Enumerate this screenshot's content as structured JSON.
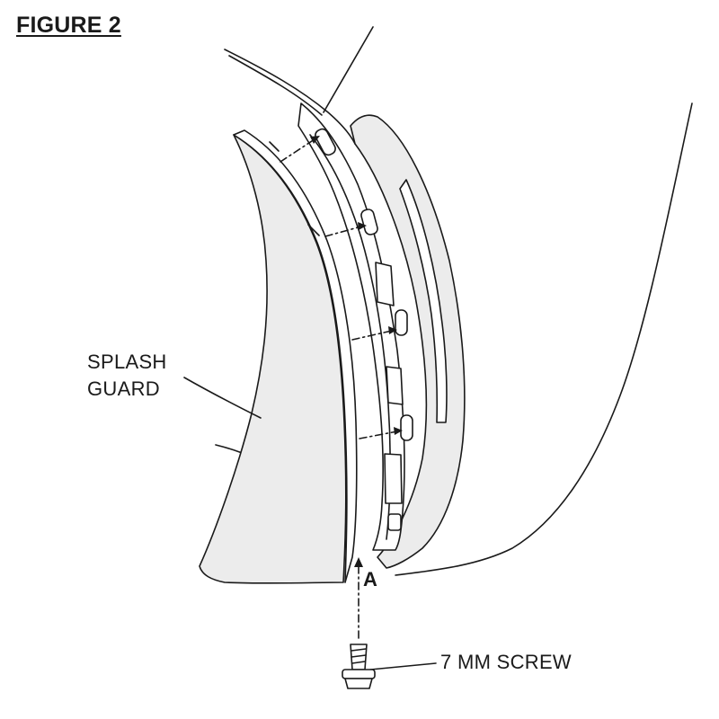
{
  "figure": {
    "title": "FIGURE 2"
  },
  "labels": {
    "splash_guard_line1": "SPLASH",
    "splash_guard_line2": "GUARD",
    "screw": "7 MM SCREW",
    "point_a": "A"
  },
  "colors": {
    "line": "#1a1a1a",
    "fill_shaded": "#ececec",
    "fill_white": "#ffffff"
  }
}
